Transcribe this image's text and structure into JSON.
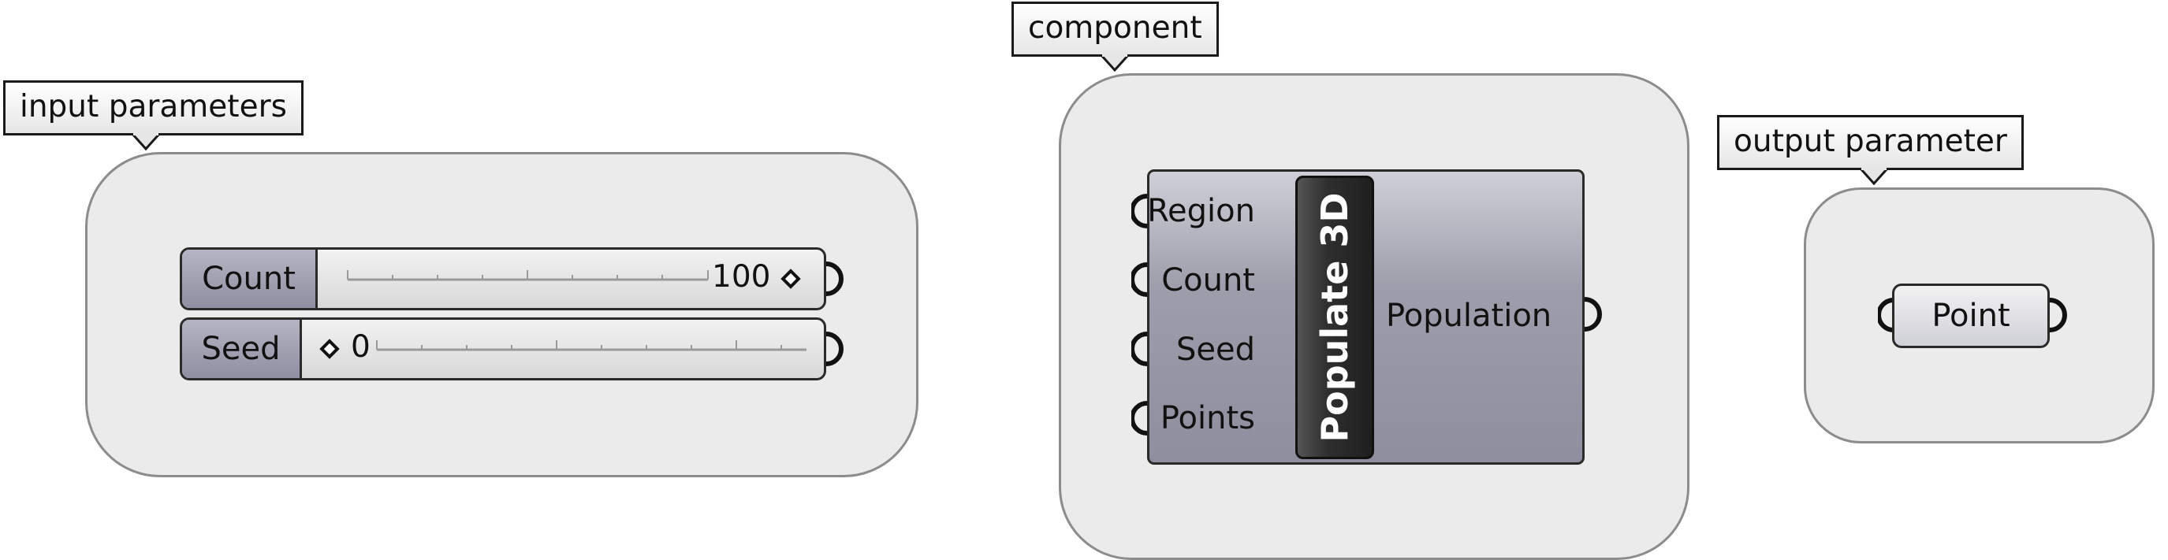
{
  "callouts": {
    "input": "input parameters",
    "component": "component",
    "output": "output parameter"
  },
  "sliders": [
    {
      "name": "Count",
      "value": "100"
    },
    {
      "name": "Seed",
      "value": "0"
    }
  ],
  "component": {
    "title": "Populate 3D",
    "inputs": [
      "Region",
      "Count",
      "Seed",
      "Points"
    ],
    "output": "Population"
  },
  "output_param": {
    "name": "Point"
  },
  "colors": {
    "group_fill": "#ebebeb",
    "group_border": "#8c8c8c",
    "component_body": "#9d9dab",
    "title_bar": "#2f2f2f"
  }
}
